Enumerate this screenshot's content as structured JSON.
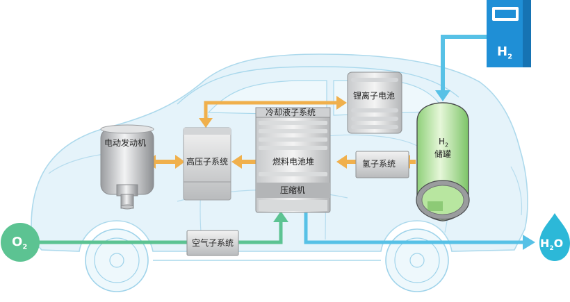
{
  "diagram": {
    "nodes": {
      "motor": "电动发动机",
      "hv_system": "高压子系统",
      "coolant_system": "冷却液子系统",
      "fuel_cell_stack": "燃料电池堆",
      "compressor": "压缩机",
      "li_battery": "锂离子电池",
      "hydrogen_system": "氢子系统",
      "tank_h": "H",
      "tank_h_sub": "2",
      "tank_label": "储罐",
      "air_system": "空气子系统"
    },
    "badges": {
      "o2_main": "O",
      "o2_sub": "2",
      "h2o_h": "H",
      "h2o_sub": "2",
      "h2o_o": "O",
      "station_h": "H",
      "station_sub": "2"
    },
    "colors": {
      "car_fill": "#e4f3fa",
      "car_outline": "#9fd3ea",
      "orange_arrow": "#f0b04c",
      "green_flow": "#5cc392",
      "blue_flow": "#57c1e6",
      "station_blue": "#1f8fd6",
      "teal_drop": "#2cb8d8",
      "tank_green": "#b8e6a0"
    }
  }
}
